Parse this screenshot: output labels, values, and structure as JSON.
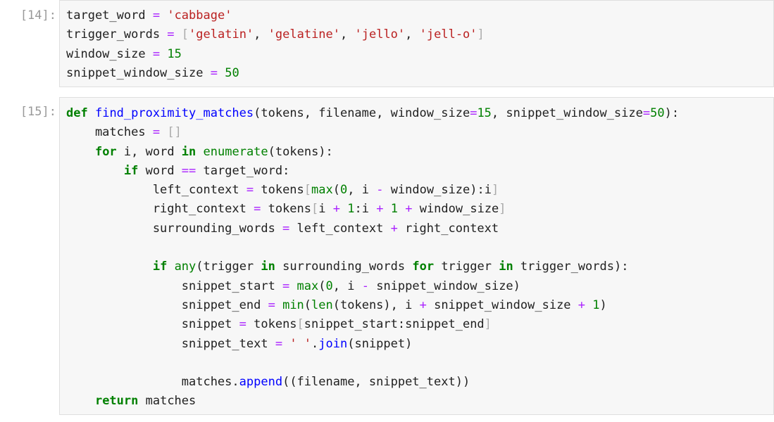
{
  "cells": [
    {
      "prompt": "[14]:",
      "lines": [
        [
          [
            "nm",
            "target_word "
          ],
          [
            "op",
            "="
          ],
          [
            "nm",
            " "
          ],
          [
            "str",
            "'cabbage'"
          ]
        ],
        [
          [
            "nm",
            "trigger_words "
          ],
          [
            "op",
            "="
          ],
          [
            "nm",
            " "
          ],
          [
            "br",
            "["
          ],
          [
            "str",
            "'gelatin'"
          ],
          [
            "nm",
            ", "
          ],
          [
            "str",
            "'gelatine'"
          ],
          [
            "nm",
            ", "
          ],
          [
            "str",
            "'jello'"
          ],
          [
            "nm",
            ", "
          ],
          [
            "str",
            "'jell-o'"
          ],
          [
            "br",
            "]"
          ]
        ],
        [
          [
            "nm",
            "window_size "
          ],
          [
            "op",
            "="
          ],
          [
            "nm",
            " "
          ],
          [
            "num",
            "15"
          ]
        ],
        [
          [
            "nm",
            "snippet_window_size "
          ],
          [
            "op",
            "="
          ],
          [
            "nm",
            " "
          ],
          [
            "num",
            "50"
          ]
        ]
      ]
    },
    {
      "prompt": "[15]:",
      "lines": [
        [
          [
            "kw",
            "def"
          ],
          [
            "nm",
            " "
          ],
          [
            "fn",
            "find_proximity_matches"
          ],
          [
            "nm",
            "(tokens, filename, window_size"
          ],
          [
            "op",
            "="
          ],
          [
            "num",
            "15"
          ],
          [
            "nm",
            ", snippet_window_size"
          ],
          [
            "op",
            "="
          ],
          [
            "num",
            "50"
          ],
          [
            "nm",
            "):"
          ]
        ],
        [
          [
            "nm",
            "    matches "
          ],
          [
            "op",
            "="
          ],
          [
            "nm",
            " "
          ],
          [
            "br",
            "[]"
          ]
        ],
        [
          [
            "nm",
            "    "
          ],
          [
            "kw",
            "for"
          ],
          [
            "nm",
            " i, word "
          ],
          [
            "kw",
            "in"
          ],
          [
            "nm",
            " "
          ],
          [
            "bi",
            "enumerate"
          ],
          [
            "nm",
            "(tokens):"
          ]
        ],
        [
          [
            "nm",
            "        "
          ],
          [
            "kw",
            "if"
          ],
          [
            "nm",
            " word "
          ],
          [
            "op",
            "=="
          ],
          [
            "nm",
            " target_word:"
          ]
        ],
        [
          [
            "nm",
            "            left_context "
          ],
          [
            "op",
            "="
          ],
          [
            "nm",
            " tokens"
          ],
          [
            "br",
            "["
          ],
          [
            "bi",
            "max"
          ],
          [
            "nm",
            "("
          ],
          [
            "num",
            "0"
          ],
          [
            "nm",
            ", i "
          ],
          [
            "op",
            "-"
          ],
          [
            "nm",
            " window_size):i"
          ],
          [
            "br",
            "]"
          ]
        ],
        [
          [
            "nm",
            "            right_context "
          ],
          [
            "op",
            "="
          ],
          [
            "nm",
            " tokens"
          ],
          [
            "br",
            "["
          ],
          [
            "nm",
            "i "
          ],
          [
            "op",
            "+"
          ],
          [
            "nm",
            " "
          ],
          [
            "num",
            "1"
          ],
          [
            "nm",
            ":i "
          ],
          [
            "op",
            "+"
          ],
          [
            "nm",
            " "
          ],
          [
            "num",
            "1"
          ],
          [
            "nm",
            " "
          ],
          [
            "op",
            "+"
          ],
          [
            "nm",
            " window_size"
          ],
          [
            "br",
            "]"
          ]
        ],
        [
          [
            "nm",
            "            surrounding_words "
          ],
          [
            "op",
            "="
          ],
          [
            "nm",
            " left_context "
          ],
          [
            "op",
            "+"
          ],
          [
            "nm",
            " right_context"
          ]
        ],
        [],
        [
          [
            "nm",
            "            "
          ],
          [
            "kw",
            "if"
          ],
          [
            "nm",
            " "
          ],
          [
            "bi",
            "any"
          ],
          [
            "nm",
            "(trigger "
          ],
          [
            "kw",
            "in"
          ],
          [
            "nm",
            " surrounding_words "
          ],
          [
            "kw",
            "for"
          ],
          [
            "nm",
            " trigger "
          ],
          [
            "kw",
            "in"
          ],
          [
            "nm",
            " trigger_words):"
          ]
        ],
        [
          [
            "nm",
            "                snippet_start "
          ],
          [
            "op",
            "="
          ],
          [
            "nm",
            " "
          ],
          [
            "bi",
            "max"
          ],
          [
            "nm",
            "("
          ],
          [
            "num",
            "0"
          ],
          [
            "nm",
            ", i "
          ],
          [
            "op",
            "-"
          ],
          [
            "nm",
            " snippet_window_size)"
          ]
        ],
        [
          [
            "nm",
            "                snippet_end "
          ],
          [
            "op",
            "="
          ],
          [
            "nm",
            " "
          ],
          [
            "bi",
            "min"
          ],
          [
            "nm",
            "("
          ],
          [
            "bi",
            "len"
          ],
          [
            "nm",
            "(tokens), i "
          ],
          [
            "op",
            "+"
          ],
          [
            "nm",
            " snippet_window_size "
          ],
          [
            "op",
            "+"
          ],
          [
            "nm",
            " "
          ],
          [
            "num",
            "1"
          ],
          [
            "nm",
            ")"
          ]
        ],
        [
          [
            "nm",
            "                snippet "
          ],
          [
            "op",
            "="
          ],
          [
            "nm",
            " tokens"
          ],
          [
            "br",
            "["
          ],
          [
            "nm",
            "snippet_start:snippet_end"
          ],
          [
            "br",
            "]"
          ]
        ],
        [
          [
            "nm",
            "                snippet_text "
          ],
          [
            "op",
            "="
          ],
          [
            "nm",
            " "
          ],
          [
            "str",
            "' '"
          ],
          [
            "nm",
            "."
          ],
          [
            "fn",
            "join"
          ],
          [
            "nm",
            "(snippet)"
          ]
        ],
        [],
        [
          [
            "nm",
            "                matches"
          ],
          [
            "nm",
            "."
          ],
          [
            "fn",
            "append"
          ],
          [
            "nm",
            "((filename, snippet_text))"
          ]
        ],
        [
          [
            "nm",
            "    "
          ],
          [
            "kw",
            "return"
          ],
          [
            "nm",
            " matches"
          ]
        ]
      ]
    }
  ]
}
